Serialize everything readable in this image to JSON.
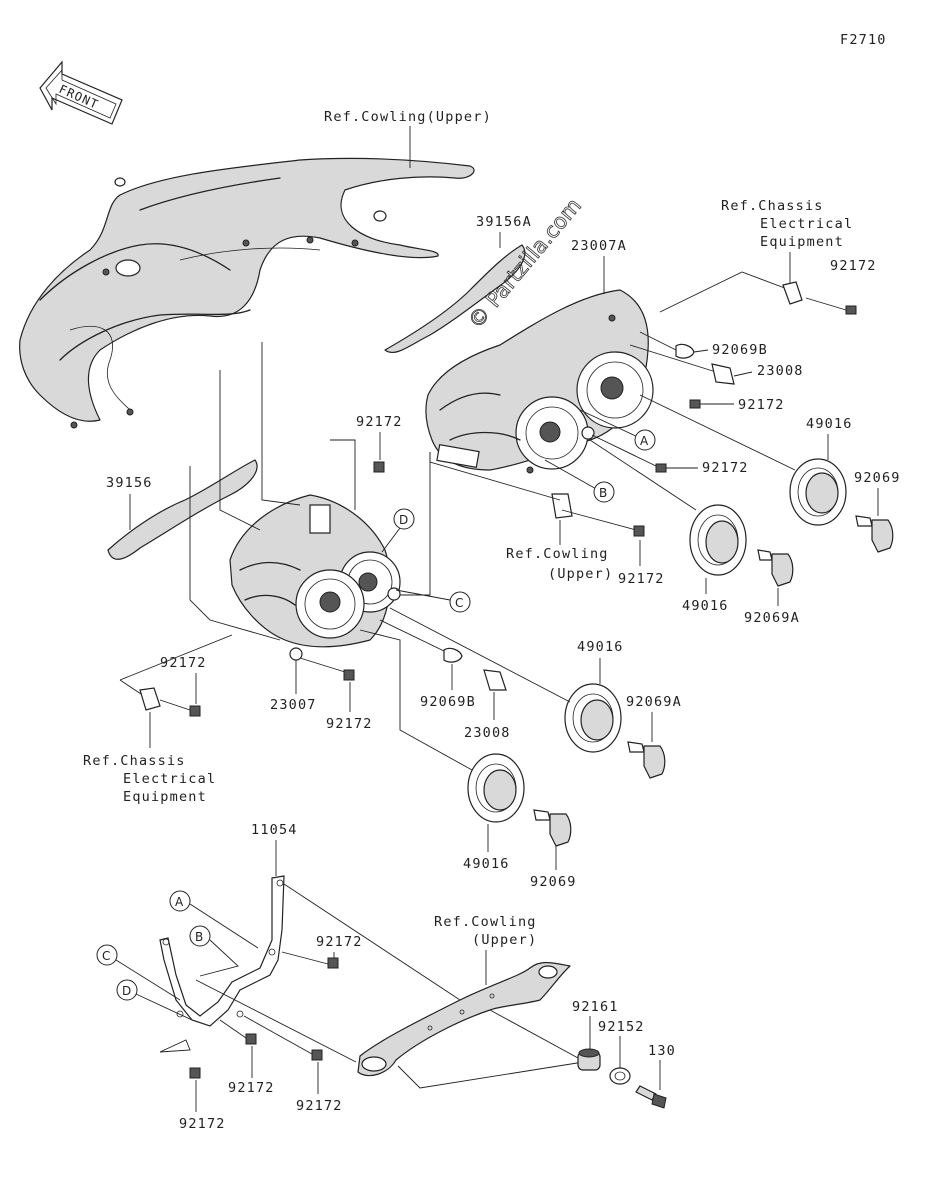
{
  "figure_code": "F2710",
  "front_label": "FRONT",
  "watermark": "© Partzilla.com",
  "refs": {
    "cowling_upper_top": "Ref.Cowling(Upper)",
    "chassis_right": [
      "Ref.Chassis",
      "Electrical",
      "Equipment"
    ],
    "cowling_upper_mid": [
      "Ref.Cowling",
      "(Upper)"
    ],
    "chassis_left": [
      "Ref.Chassis",
      "Electrical",
      "Equipment"
    ],
    "cowling_upper_bottom": [
      "Ref.Cowling",
      "(Upper)"
    ]
  },
  "parts": {
    "p39156A": "39156A",
    "p23007A": "23007A",
    "p92172_a": "92172",
    "p92069B_a": "92069B",
    "p23008_a": "23008",
    "p92172_b": "92172",
    "p49016_a": "49016",
    "p92172_c": "92172",
    "p92069_a": "92069",
    "p92172_d": "92172",
    "p39156": "39156",
    "p92172_e": "92172",
    "p49016_b": "49016",
    "p92069A_a": "92069A",
    "p49016_c": "49016",
    "p92069A_b": "92069A",
    "p92172_f": "92172",
    "p23007": "23007",
    "p92172_g": "92172",
    "p92069B_b": "92069B",
    "p23008_b": "23008",
    "p49016_d": "49016",
    "p92069_b": "92069",
    "p11054": "11054",
    "p92172_h": "92172",
    "p92161": "92161",
    "p92152": "92152",
    "p130": "130",
    "p92172_i": "92172",
    "p92172_j": "92172",
    "p92172_k": "92172"
  },
  "callouts": {
    "A_top": "A",
    "B_top": "B",
    "C_mid": "C",
    "D_mid": "D",
    "A_bot": "A",
    "B_bot": "B",
    "C_bot": "C",
    "D_bot": "D"
  }
}
